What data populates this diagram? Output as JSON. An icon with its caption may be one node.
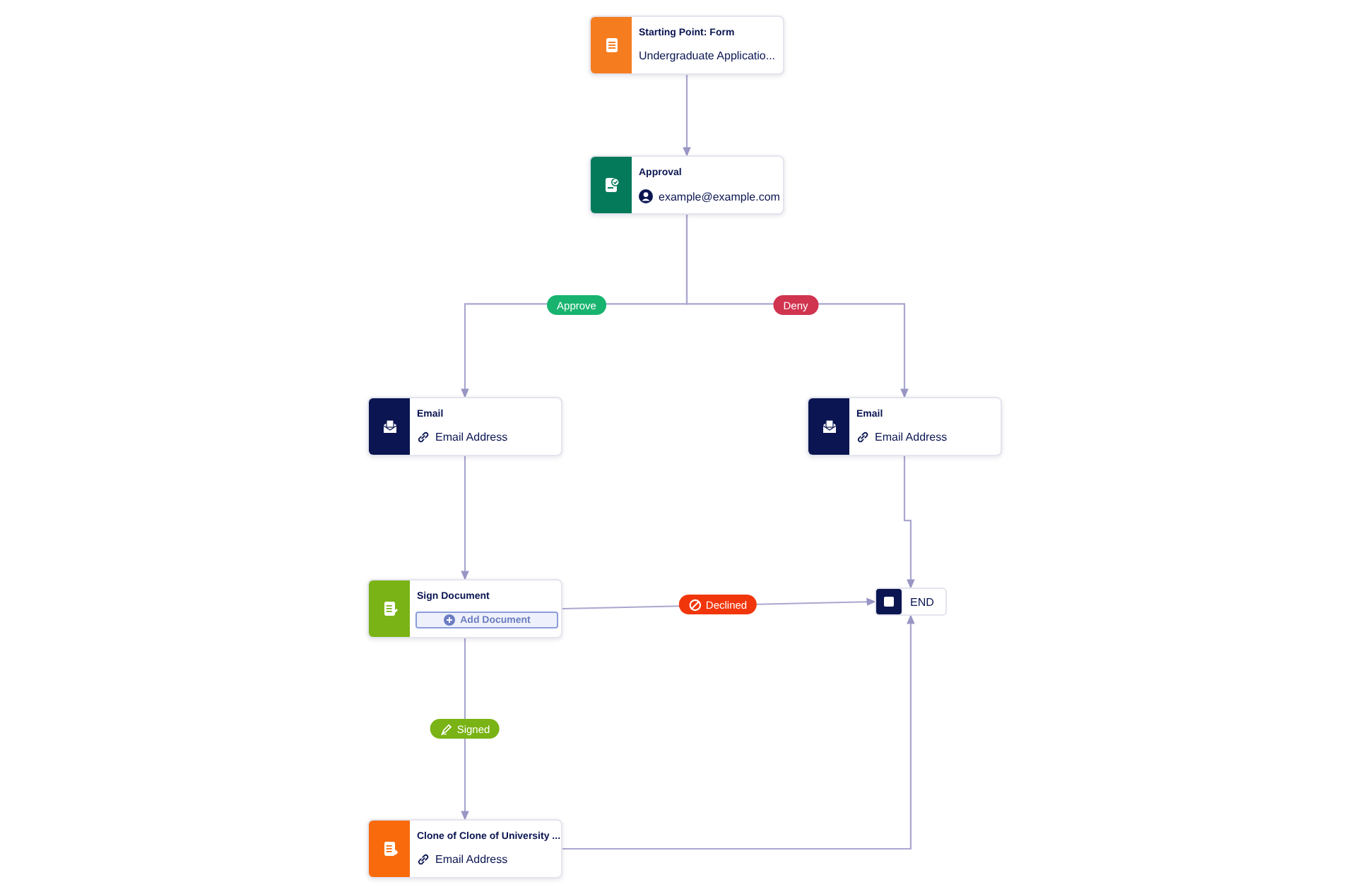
{
  "diagram": {
    "nodes": [
      {
        "text": [
          "Starting Point: Form",
          "Undergraduate Applicatio..."
        ]
      },
      {
        "text": [
          "Approval",
          "example@example.com"
        ]
      },
      {
        "text": [
          "Email",
          "Email Address"
        ]
      },
      {
        "text": [
          "Email",
          "Email Address"
        ]
      },
      {
        "text": [
          "Sign Document",
          "Add Document"
        ]
      },
      {
        "text": [
          "END"
        ]
      },
      {
        "text": [
          "Clone of Clone of University ...",
          "Email Address"
        ]
      }
    ],
    "edges": [
      {
        "from": 0,
        "to": 1,
        "arrow": "to"
      },
      {
        "from": 1,
        "to": 2,
        "arrow": "to",
        "label": "Approve"
      },
      {
        "from": 1,
        "to": 3,
        "arrow": "to",
        "label": "Deny"
      },
      {
        "from": 2,
        "to": 4,
        "arrow": "to"
      },
      {
        "from": 3,
        "to": 5,
        "arrow": "to"
      },
      {
        "from": 4,
        "to": 5,
        "arrow": "to",
        "label": "Declined"
      },
      {
        "from": 4,
        "to": 6,
        "arrow": "to",
        "label": "Signed"
      },
      {
        "from": 6,
        "to": 5,
        "arrow": "to"
      }
    ]
  }
}
